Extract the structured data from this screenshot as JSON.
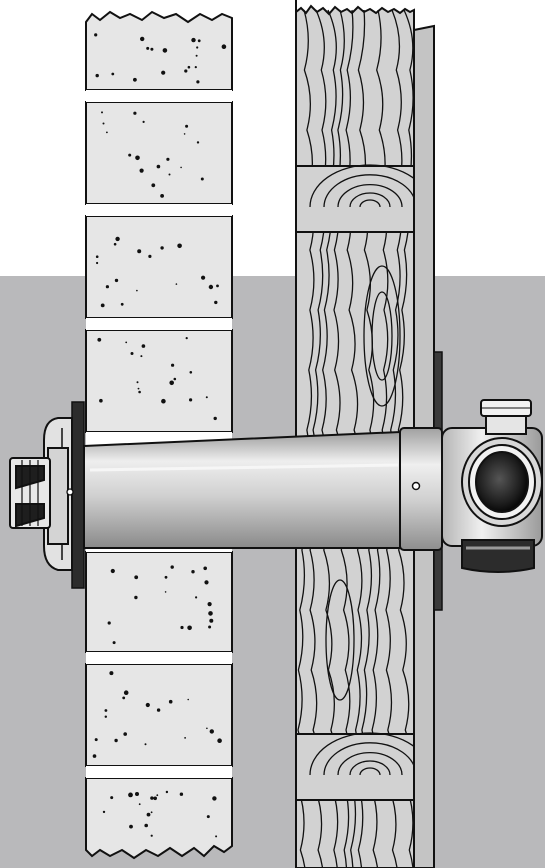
{
  "colors": {
    "background_top": "#ffffff",
    "background_bottom": "#b9b9bb",
    "brick_fill": "#e6e6e6",
    "mortar_fill": "#ffffff",
    "wood_fill": "#d2d2d2",
    "plate_fill": "#c4c4c4",
    "pipe_fill": "#cdcdcd",
    "outline": "#111111",
    "dark_fill": "#2c2c2c"
  },
  "icons": {
    "terminal": "wall-terminal-grille-icon",
    "elbow": "flue-elbow-connector-icon",
    "pipe": "flue-pipe-icon"
  },
  "layers": {
    "outer_wall": "brick-wall",
    "cavity": "air-gap",
    "inner_wall": "timber-frame-wall",
    "inner_finish": "plasterboard"
  }
}
